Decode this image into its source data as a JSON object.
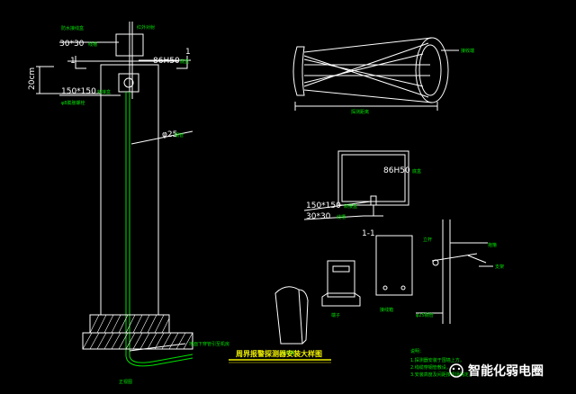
{
  "labels": {
    "conduit_top": "30*30",
    "conduit_suffix": "线槽",
    "box_86_left": "86H50",
    "box_86_left_suffix": "底盒",
    "box_150_left": "150*150",
    "box_150_suffix": "转接盒",
    "pipe_25": "φ25",
    "pipe_suffix": "钢管",
    "height_20cm": "20cm",
    "section_mark_left": "1",
    "section_mark_right": "1",
    "box_86_right": "86H50",
    "box_150_right": "150*150",
    "conduit_right": "30*30",
    "section_title": "1-1",
    "drawing_title": "周界报警探测器安装大样图",
    "watermark": "智能化弱电圈"
  },
  "colors": {
    "background": "#000000",
    "lines": "#ffffff",
    "annotations": "#00e000",
    "title": "#f0f000"
  }
}
